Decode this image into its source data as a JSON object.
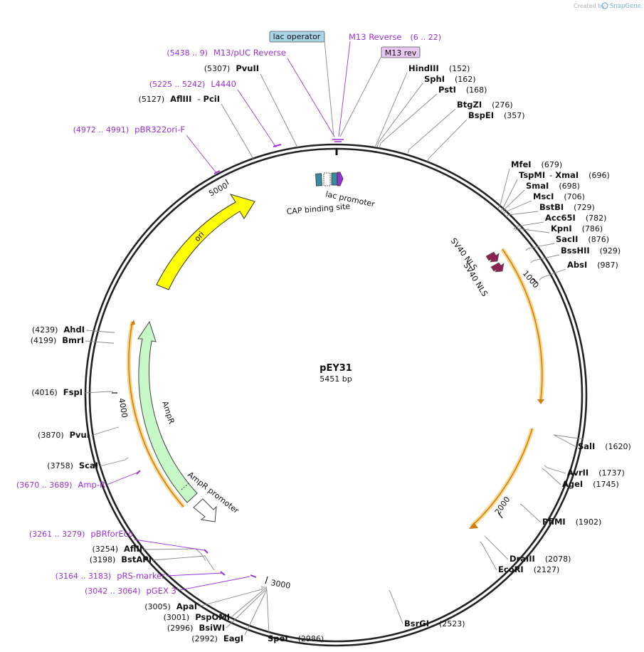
{
  "credit": {
    "prefix": "Created by",
    "brand": "SnapGene"
  },
  "plasmid": {
    "name": "pEY31",
    "size_label": "5451 bp",
    "length": 5451
  },
  "colors": {
    "primer": "#9b30d9",
    "enzyme": "#000000",
    "leader": "#888888",
    "ori_fill": "#ffff00",
    "ampr_fill": "#c6f7c6",
    "orf": "#f0a830",
    "nls": "#8b2252",
    "lac_operator_bg": "#a8d4e6",
    "m13rev_bg": "#e8c8f0",
    "cap_site": "#3a8aa0",
    "lac_promoter": "#ffffff"
  },
  "ticks": [
    "1000",
    "2000",
    "3000",
    "4000",
    "5000"
  ],
  "features": {
    "ori": "ori",
    "ampr": "AmpR",
    "ampr_promoter": "AmpR promoter",
    "lac_promoter": "lac promoter",
    "cap_site": "CAP binding site",
    "sv40_nls_1": "SV40 NLS",
    "sv40_nls_2": "SV40 NLS"
  },
  "boxed_labels": [
    {
      "id": "lac-operator",
      "text": "lac operator"
    },
    {
      "id": "m13-rev",
      "text": "M13 rev"
    }
  ],
  "primers": [
    {
      "id": "m13-reverse",
      "name": "M13 Reverse",
      "range": "(6 .. 22)"
    },
    {
      "id": "m13-puc-reverse",
      "name": "M13/pUC Reverse",
      "range": "(5438 .. 9)"
    },
    {
      "id": "l4440",
      "name": "L4440",
      "range": "(5225 .. 5242)"
    },
    {
      "id": "pbr322ori-f",
      "name": "pBR322ori-F",
      "range": "(4972 .. 4991)"
    },
    {
      "id": "amp-r",
      "name": "Amp-R",
      "range": "(3670 .. 3689)"
    },
    {
      "id": "pbrforeco",
      "name": "pBRforEco",
      "range": "(3261 .. 3279)"
    },
    {
      "id": "prs-marker",
      "name": "pRS-marker",
      "range": "(3164 .. 3183)"
    },
    {
      "id": "pgex-3",
      "name": "pGEX 3'",
      "range": "(3042 .. 3064)"
    }
  ],
  "enzymes": [
    {
      "id": "hindiii",
      "name": "HindIII",
      "pos": "(152)"
    },
    {
      "id": "sphi",
      "name": "SphI",
      "pos": "(162)"
    },
    {
      "id": "psti",
      "name": "PstI",
      "pos": "(168)"
    },
    {
      "id": "btgzi",
      "name": "BtgZI",
      "pos": "(276)"
    },
    {
      "id": "bspei",
      "name": "BspEI",
      "pos": "(357)"
    },
    {
      "id": "mfei",
      "name": "MfeI",
      "pos": "(679)"
    },
    {
      "id": "tspmi",
      "name": "TspMI",
      "sep": "-",
      "name2": "XmaI",
      "pos": "(696)"
    },
    {
      "id": "smai",
      "name": "SmaI",
      "pos": "(698)"
    },
    {
      "id": "msci",
      "name": "MscI",
      "pos": "(706)"
    },
    {
      "id": "bstbi",
      "name": "BstBI",
      "pos": "(729)"
    },
    {
      "id": "acc65i",
      "name": "Acc65I",
      "pos": "(782)"
    },
    {
      "id": "kpni",
      "name": "KpnI",
      "pos": "(786)"
    },
    {
      "id": "sacii",
      "name": "SacII",
      "pos": "(876)"
    },
    {
      "id": "bsshii",
      "name": "BssHII",
      "pos": "(929)"
    },
    {
      "id": "absi",
      "name": "AbsI",
      "pos": "(987)"
    },
    {
      "id": "sali",
      "name": "SalI",
      "pos": "(1620)"
    },
    {
      "id": "avrii",
      "name": "AvrII",
      "pos": "(1737)"
    },
    {
      "id": "agei",
      "name": "AgeI",
      "pos": "(1745)"
    },
    {
      "id": "pflmi",
      "name": "PflMI",
      "pos": "(1902)"
    },
    {
      "id": "draiii",
      "name": "DraIII",
      "pos": "(2078)"
    },
    {
      "id": "ecori",
      "name": "EcoRI",
      "pos": "(2127)"
    },
    {
      "id": "bsrgi",
      "name": "BsrGI",
      "pos": "(2523)"
    },
    {
      "id": "spei",
      "name": "SpeI",
      "pos": "(2986)"
    },
    {
      "id": "eagi",
      "name": "EagI",
      "pos": "(2992)"
    },
    {
      "id": "bsiwi",
      "name": "BsiWI",
      "pos": "(2996)"
    },
    {
      "id": "pspomi",
      "name": "PspOMI",
      "pos": "(3001)"
    },
    {
      "id": "apai",
      "name": "ApaI",
      "pos": "(3005)"
    },
    {
      "id": "bstapi",
      "name": "BstAPI",
      "pos": "(3198)"
    },
    {
      "id": "aflii",
      "name": "AflII",
      "pos": "(3254)"
    },
    {
      "id": "scai",
      "name": "ScaI",
      "pos": "(3758)"
    },
    {
      "id": "pvui",
      "name": "PvuI",
      "pos": "(3870)"
    },
    {
      "id": "fspi",
      "name": "FspI",
      "pos": "(4016)"
    },
    {
      "id": "bmri",
      "name": "BmrI",
      "pos": "(4199)"
    },
    {
      "id": "ahdi",
      "name": "AhdI",
      "pos": "(4239)"
    },
    {
      "id": "afliii",
      "name": "AflIII",
      "sep": "-",
      "name2": "PciI",
      "pos": "(5127)"
    },
    {
      "id": "pvuii",
      "name": "PvuII",
      "pos": "(5307)"
    }
  ]
}
